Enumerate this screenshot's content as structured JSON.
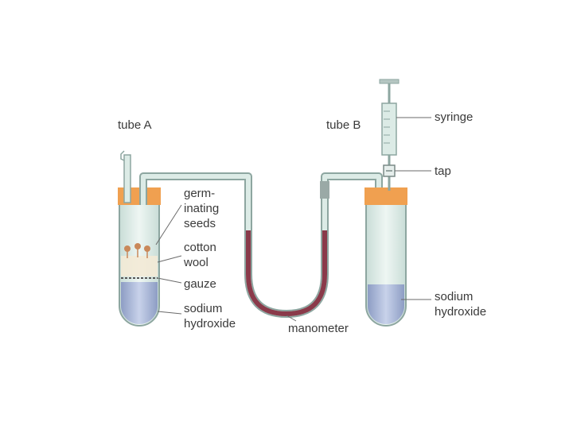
{
  "labels": {
    "tube_a": "tube A",
    "tube_b": "tube B",
    "germinating_seeds": [
      "germ-",
      "inating",
      "seeds"
    ],
    "cotton_wool": [
      "cotton",
      "wool"
    ],
    "gauze": "gauze",
    "sodium_hydroxide_a": [
      "sodium",
      "hydroxide"
    ],
    "manometer": "manometer",
    "syringe": "syringe",
    "tap": "tap",
    "sodium_hydroxide_b": [
      "sodium",
      "hydroxide"
    ]
  },
  "colors": {
    "glass_fill": "#dcebe6",
    "glass_stroke": "#8da6a0",
    "stopper": "#f0a050",
    "liquid": "#b8c4de",
    "manometer_fluid": "#8a3a4a",
    "seed": "#c9885a"
  }
}
